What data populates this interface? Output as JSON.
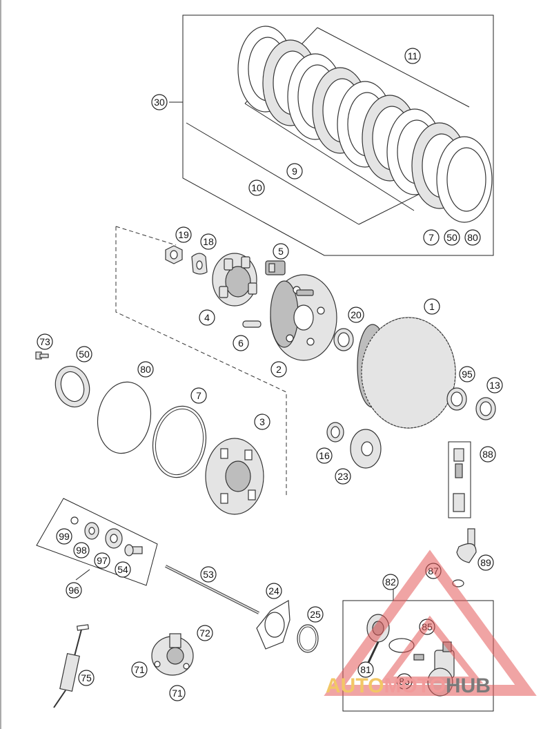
{
  "callouts": [
    {
      "id": "c11",
      "label": "11"
    },
    {
      "id": "c30",
      "label": "30"
    },
    {
      "id": "c9",
      "label": "9"
    },
    {
      "id": "c10",
      "label": "10"
    },
    {
      "id": "c7a",
      "label": "7"
    },
    {
      "id": "c50a",
      "label": "50"
    },
    {
      "id": "c80a",
      "label": "80"
    },
    {
      "id": "c19",
      "label": "19"
    },
    {
      "id": "c18",
      "label": "18"
    },
    {
      "id": "c5",
      "label": "5"
    },
    {
      "id": "c1",
      "label": "1"
    },
    {
      "id": "c4",
      "label": "4"
    },
    {
      "id": "c20",
      "label": "20"
    },
    {
      "id": "c6",
      "label": "6"
    },
    {
      "id": "c2",
      "label": "2"
    },
    {
      "id": "c73",
      "label": "73"
    },
    {
      "id": "c50b",
      "label": "50"
    },
    {
      "id": "c80b",
      "label": "80"
    },
    {
      "id": "c95",
      "label": "95"
    },
    {
      "id": "c13",
      "label": "13"
    },
    {
      "id": "c7b",
      "label": "7"
    },
    {
      "id": "c3",
      "label": "3"
    },
    {
      "id": "c88",
      "label": "88"
    },
    {
      "id": "c16",
      "label": "16"
    },
    {
      "id": "c23",
      "label": "23"
    },
    {
      "id": "c99",
      "label": "99"
    },
    {
      "id": "c98",
      "label": "98"
    },
    {
      "id": "c97",
      "label": "97"
    },
    {
      "id": "c54",
      "label": "54"
    },
    {
      "id": "c89",
      "label": "89"
    },
    {
      "id": "c87",
      "label": "87"
    },
    {
      "id": "c53",
      "label": "53"
    },
    {
      "id": "c96",
      "label": "96"
    },
    {
      "id": "c82",
      "label": "82"
    },
    {
      "id": "c24",
      "label": "24"
    },
    {
      "id": "c25",
      "label": "25"
    },
    {
      "id": "c85",
      "label": "85"
    },
    {
      "id": "c72",
      "label": "72"
    },
    {
      "id": "c71a",
      "label": "71"
    },
    {
      "id": "c75",
      "label": "75"
    },
    {
      "id": "c81",
      "label": "81"
    },
    {
      "id": "c86",
      "label": "86"
    },
    {
      "id": "c71b",
      "label": "71"
    }
  ],
  "watermark": {
    "text_a": "AUTO",
    "text_b": "MOTO",
    "text_c": "HUB",
    "color_a": "#f2c766",
    "color_b": "#f29a9a",
    "color_c": "#7a7a7a",
    "triangle_color": "#e35a5a"
  }
}
